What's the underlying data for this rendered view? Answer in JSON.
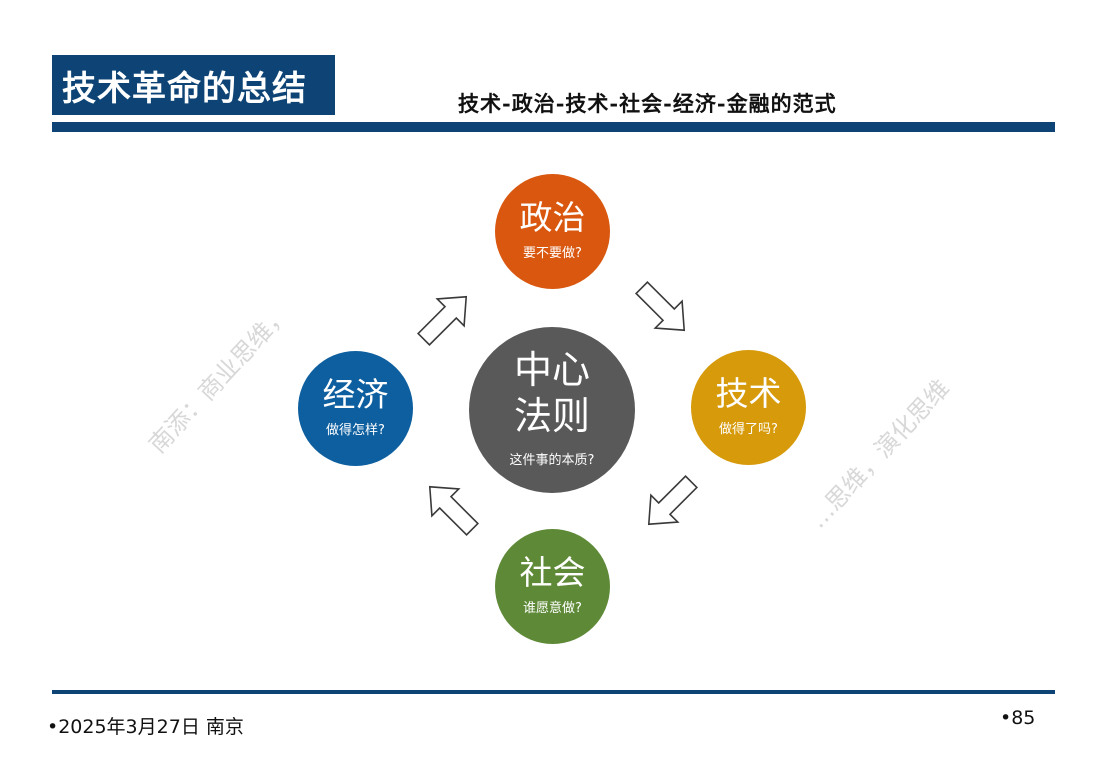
{
  "header": {
    "title": "技术革命的总结",
    "subtitle": "技术-政治-技术-社会-经济-金融的范式"
  },
  "watermark": {
    "left": "南添：商业思维，",
    "right": "…思维，演化思维"
  },
  "diagram": {
    "center": {
      "title_line1": "中心",
      "title_line2": "法则",
      "question": "这件事的本质?"
    },
    "politics": {
      "title": "政治",
      "question": "要不要做?"
    },
    "technology": {
      "title": "技术",
      "question": "做得了吗?"
    },
    "society": {
      "title": "社会",
      "question": "谁愿意做?"
    },
    "economy": {
      "title": "经济",
      "question": "做得怎样?"
    },
    "colors": {
      "politics": "#d9570f",
      "technology": "#d69a0b",
      "society": "#5e8a37",
      "economy": "#0e5f9f",
      "center": "#595959",
      "brand": "#0d4475"
    }
  },
  "footer": {
    "date": "•2025年3月27日 南京",
    "page": "•85"
  }
}
